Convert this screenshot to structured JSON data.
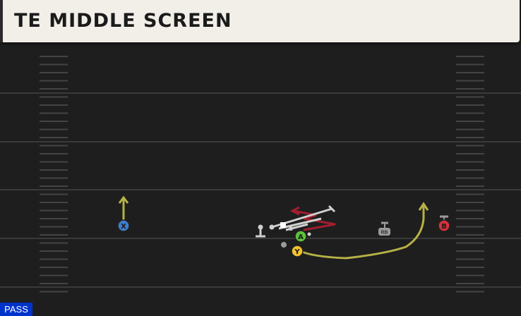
{
  "play": {
    "title": "TE MIDDLE SCREEN",
    "type_badge": "PASS"
  },
  "players": [
    {
      "id": "X",
      "label": "X",
      "color": "#3f7fd0"
    },
    {
      "id": "A",
      "label": "A",
      "color": "#5ec23c"
    },
    {
      "id": "Y",
      "label": "Y",
      "color": "#f2c12e"
    },
    {
      "id": "B",
      "label": "B",
      "color": "#d9313a"
    },
    {
      "id": "RB",
      "label": "RB",
      "color": "#9a9a9a"
    }
  ],
  "colors": {
    "field": "#1e1e1e",
    "yard_line": "#3a3a3a",
    "hash": "#444444",
    "route_yellow": "#b6b246",
    "route_red": "#a01e2e",
    "block": "#d0d0d0",
    "title_bg": "#f1efe8",
    "badge_bg": "#0033cc"
  }
}
